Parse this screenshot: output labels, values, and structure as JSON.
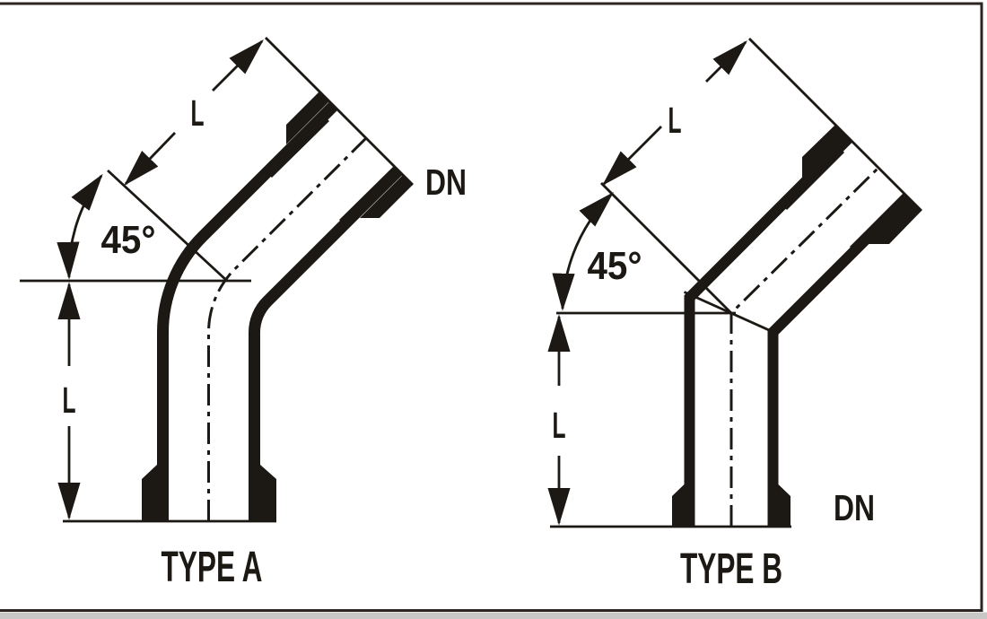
{
  "diagram": {
    "type_a": {
      "caption": "TYPE A",
      "angle_label": "45°",
      "axial_length_label": "L",
      "vertical_length_label": "L",
      "diameter_label": "DN"
    },
    "type_b": {
      "caption": "TYPE B",
      "angle_label": "45°",
      "axial_length_label": "L",
      "vertical_length_label": "L",
      "diameter_label": "DN"
    }
  },
  "colors": {
    "ink": "#1c1814",
    "frame": "#2c2522",
    "strip": "#c9c8c6",
    "background": "#ffffff"
  }
}
